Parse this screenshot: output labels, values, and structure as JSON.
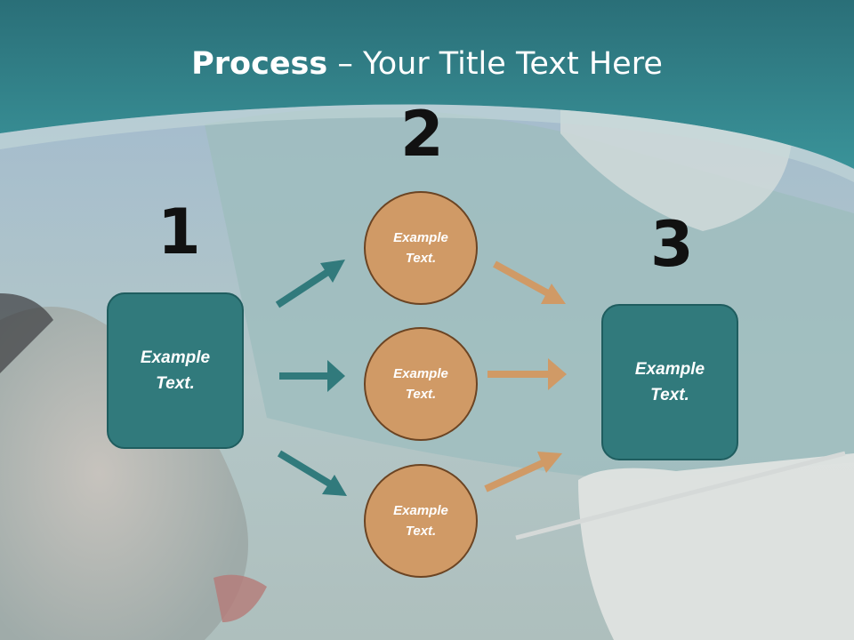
{
  "title": {
    "bold": "Process",
    "rest": " – Your Title Text Here"
  },
  "steps": {
    "one": "1",
    "two": "2",
    "three": "3"
  },
  "boxes": {
    "left": [
      "Example",
      "Text."
    ],
    "right": [
      "Example",
      "Text."
    ]
  },
  "circles": {
    "top": [
      "Example",
      "Text."
    ],
    "middle": [
      "Example",
      "Text."
    ],
    "bottom": [
      "Example",
      "Text."
    ]
  },
  "colors": {
    "teal": "#317a7c",
    "orange": "#d09a66",
    "header": "#2f8a8f"
  }
}
